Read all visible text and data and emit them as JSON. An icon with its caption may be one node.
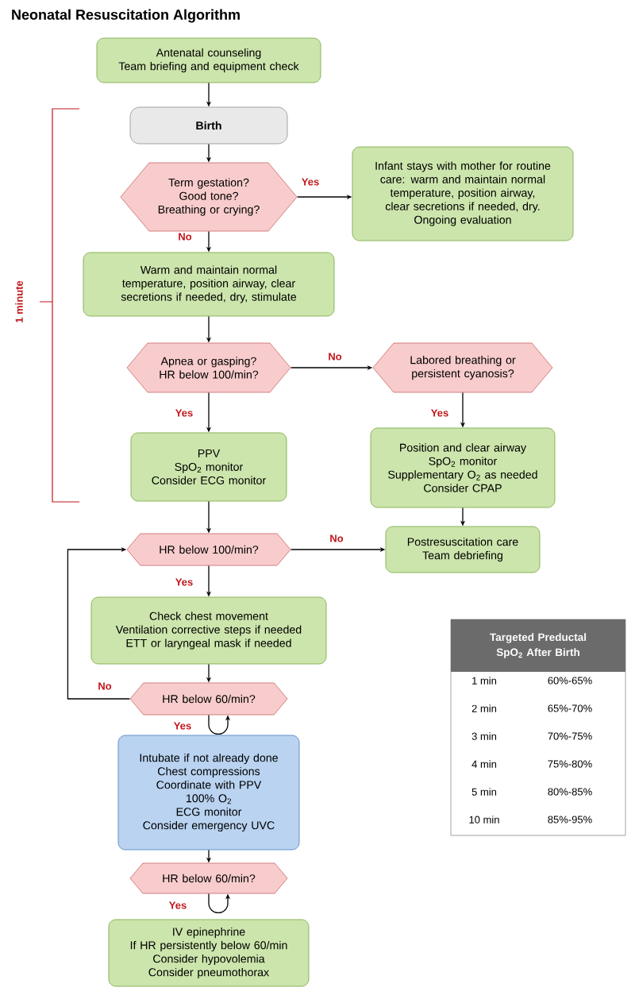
{
  "diagram": {
    "title": "Neonatal Resuscitation Algorithm",
    "nodes": [
      {
        "text": [
          "Antenatal counseling",
          "Team briefing and equipment check"
        ]
      },
      {
        "text": [
          "Birth"
        ]
      },
      {
        "text": [
          "Term gestation?",
          "Good tone?",
          "Breathing or crying?"
        ]
      },
      {
        "text": [
          "Infant stays with mother for routine care: warm and maintain normal temperature, position airway, clear secretions if needed, dry.",
          "Ongoing evaluation"
        ]
      },
      {
        "text": [
          "Warm and maintain normal temperature, position airway, clear secretions if needed, dry, stimulate"
        ]
      },
      {
        "text": [
          "Apnea or gasping?",
          "HR below 100/min?"
        ]
      },
      {
        "text": [
          "Labored breathing or persistent cyanosis?"
        ]
      },
      {
        "text": [
          "PPV",
          "SpO$_{2}$ monitor",
          "Consider ECG monitor"
        ]
      },
      {
        "text": [
          "Position and clear airway",
          "SpO$_{2}$ monitor",
          "Supplementary O$_{2}$ as needed",
          "Consider CPAP"
        ]
      },
      {
        "text": [
          "HR below 100/min?"
        ]
      },
      {
        "text": [
          "Postresuscitation care",
          "Team debriefing"
        ]
      },
      {
        "text": [
          "Check chest movement",
          "Ventilation corrective steps if needed",
          "ETT or laryngeal mask if needed"
        ]
      },
      {
        "text": [
          "HR below 60/min?"
        ]
      },
      {
        "text": [
          "Intubate if not already done",
          "Chest compressions",
          "Coordinate with PPV",
          "100% O$_{2}$",
          "ECG monitor",
          "Consider emergency UVC"
        ]
      },
      {
        "text": [
          "HR below 60/min?"
        ]
      },
      {
        "text": [
          "IV epinephrine",
          "If HR persistently below 60/min",
          "Consider hypovolemia",
          "Consider pneumothorax"
        ]
      }
    ],
    "edges": [
      {
        "from": 0,
        "to": 1,
        "arrow": "to"
      },
      {
        "from": 1,
        "to": 2,
        "arrow": "to"
      },
      {
        "from": 2,
        "to": 3,
        "arrow": "to",
        "label": "Yes"
      },
      {
        "from": 2,
        "to": 4,
        "arrow": "to",
        "label": "No"
      },
      {
        "from": 4,
        "to": 5,
        "arrow": "to"
      },
      {
        "from": 5,
        "to": 6,
        "arrow": "to",
        "label": "No"
      },
      {
        "from": 5,
        "to": 7,
        "arrow": "to",
        "label": "Yes"
      },
      {
        "from": 6,
        "to": 8,
        "arrow": "to",
        "label": "Yes"
      },
      {
        "from": 8,
        "to": 10,
        "arrow": "to"
      },
      {
        "from": 7,
        "to": 9,
        "arrow": "to"
      },
      {
        "from": 9,
        "to": 10,
        "arrow": "to",
        "label": "No"
      },
      {
        "from": 9,
        "to": 11,
        "arrow": "to",
        "label": "Yes"
      },
      {
        "from": 11,
        "to": 12,
        "arrow": "to"
      },
      {
        "from": 12,
        "to": 9,
        "arrow": "to",
        "label": "No"
      },
      {
        "from": 12,
        "to": 12,
        "arrow": "to",
        "label": "Yes"
      },
      {
        "from": 13,
        "to": 14,
        "arrow": "to"
      },
      {
        "from": 14,
        "to": 14,
        "arrow": "to",
        "label": "Yes"
      }
    ],
    "labels": [
      "1 minute",
      "Targeted Preductal SpO$_{2}$ After Birth",
      "1 min",
      "60%-65%",
      "2 min",
      "65%-70%",
      "3 min",
      "70%-75%",
      "4 min",
      "75%-80%",
      "5 min",
      "80%-85%",
      "10 min",
      "85%-95%"
    ]
  }
}
